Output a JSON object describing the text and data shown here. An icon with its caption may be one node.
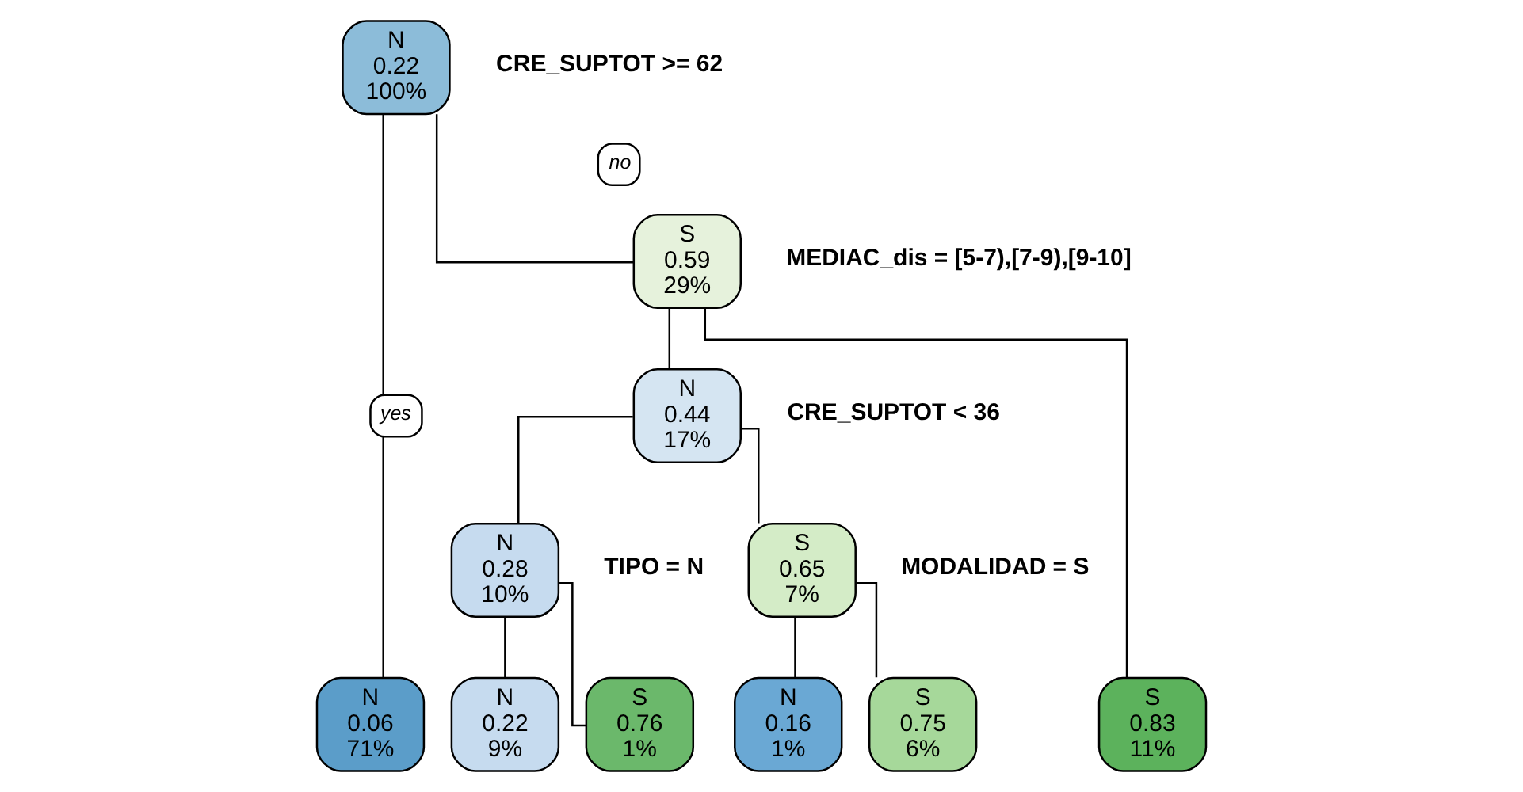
{
  "diagram": {
    "nodes": [
      {
        "text": [
          "N",
          "0.22",
          "100%"
        ],
        "beside": [
          "CRE_SUPTOT >= 62"
        ]
      },
      {
        "text": [
          "N",
          "0.06",
          "71%"
        ]
      },
      {
        "text": [
          "S",
          "0.59",
          "29%"
        ],
        "beside": [
          "MEDIAC_dis = [5-7),[7-9),[9-10]"
        ]
      },
      {
        "text": [
          "N",
          "0.44",
          "17%"
        ],
        "beside": [
          "CRE_SUPTOT < 36"
        ]
      },
      {
        "text": [
          "N",
          "0.28",
          "10%"
        ],
        "beside": [
          "TIPO = N"
        ]
      },
      {
        "text": [
          "N",
          "0.22",
          "9%"
        ]
      },
      {
        "text": [
          "S",
          "0.76",
          "1%"
        ]
      },
      {
        "text": [
          "S",
          "0.65",
          "7%"
        ],
        "beside": [
          "MODALIDAD = S"
        ]
      },
      {
        "text": [
          "N",
          "0.16",
          "1%"
        ]
      },
      {
        "text": [
          "S",
          "0.75",
          "6%"
        ]
      },
      {
        "text": [
          "S",
          "0.83",
          "11%"
        ]
      }
    ],
    "edges": [
      {
        "from": 0,
        "to": 1,
        "arrow": "none",
        "label": "yes"
      },
      {
        "from": 0,
        "to": 2,
        "arrow": "none",
        "label": "no"
      },
      {
        "from": 2,
        "to": 3,
        "arrow": "none"
      },
      {
        "from": 2,
        "to": 10,
        "arrow": "none"
      },
      {
        "from": 3,
        "to": 4,
        "arrow": "none"
      },
      {
        "from": 3,
        "to": 7,
        "arrow": "none"
      },
      {
        "from": 4,
        "to": 5,
        "arrow": "none"
      },
      {
        "from": 4,
        "to": 6,
        "arrow": "none"
      },
      {
        "from": 7,
        "to": 8,
        "arrow": "none"
      },
      {
        "from": 7,
        "to": 9,
        "arrow": "none"
      }
    ]
  }
}
